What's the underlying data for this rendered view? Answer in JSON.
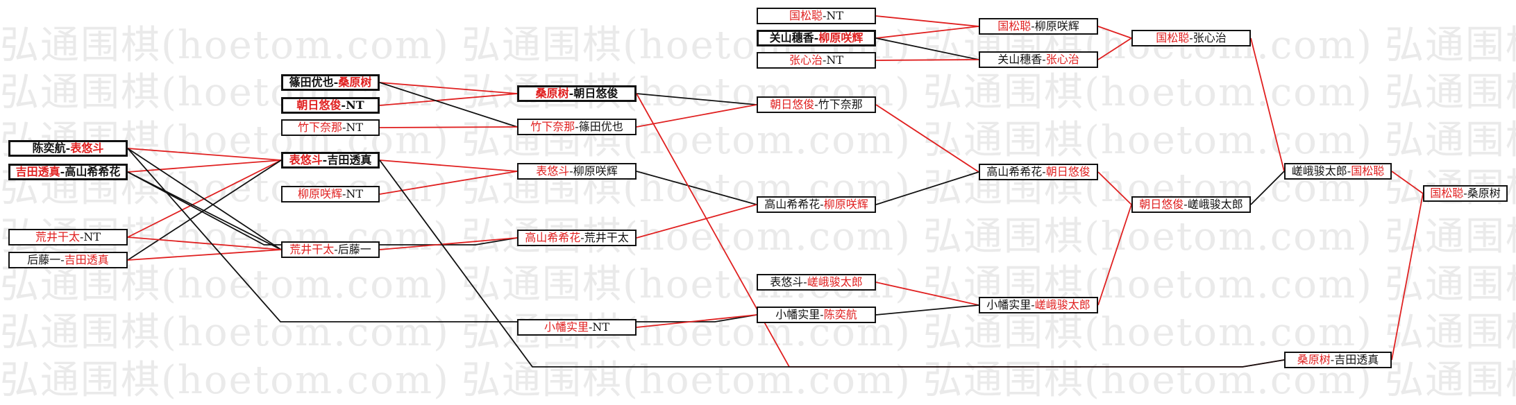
{
  "watermark": "弘通围棋(hoetom.com)",
  "colors": {
    "winner": "#e02020",
    "loser": "#111111"
  },
  "games": [
    {
      "id": "r1a",
      "left": "陈奕航",
      "right": "表悠斗",
      "winner": "right"
    },
    {
      "id": "r1b",
      "left": "吉田透真",
      "right": "高山希希花",
      "winner": "left"
    },
    {
      "id": "r1c",
      "left": "荒井干太",
      "right": "NT",
      "winner": "left"
    },
    {
      "id": "r1d",
      "left": "后藤一",
      "right": "吉田透真",
      "winner": "right"
    },
    {
      "id": "r2a",
      "left": "篠田优也",
      "right": "桑原树",
      "winner": "right"
    },
    {
      "id": "r2b",
      "left": "朝日悠俊",
      "right": "NT",
      "winner": "left"
    },
    {
      "id": "r2c",
      "left": "竹下奈那",
      "right": "NT",
      "winner": "left"
    },
    {
      "id": "r2d",
      "left": "表悠斗",
      "right": "吉田透真",
      "winner": "left"
    },
    {
      "id": "r2e",
      "left": "柳原咲辉",
      "right": "NT",
      "winner": "left"
    },
    {
      "id": "r2f",
      "left": "荒井干太",
      "right": "后藤一",
      "winner": "left"
    },
    {
      "id": "r3a",
      "left": "桑原树",
      "right": "朝日悠俊",
      "winner": "left"
    },
    {
      "id": "r3b",
      "left": "竹下奈那",
      "right": "篠田优也",
      "winner": "left"
    },
    {
      "id": "r3c",
      "left": "表悠斗",
      "right": "柳原咲辉",
      "winner": "left"
    },
    {
      "id": "r3d",
      "left": "高山希希花",
      "right": "荒井干太",
      "winner": "left"
    },
    {
      "id": "r3e",
      "left": "小幡实里",
      "right": "NT",
      "winner": "left"
    },
    {
      "id": "r4a",
      "left": "国松聪",
      "right": "NT",
      "winner": "left"
    },
    {
      "id": "r4b",
      "left": "关山穗香",
      "right": "柳原咲辉",
      "winner": "right"
    },
    {
      "id": "r4c",
      "left": "张心治",
      "right": "NT",
      "winner": "left"
    },
    {
      "id": "r4d",
      "left": "朝日悠俊",
      "right": "竹下奈那",
      "winner": "left"
    },
    {
      "id": "r4e",
      "left": "高山希希花",
      "right": "柳原咲辉",
      "winner": "right"
    },
    {
      "id": "r4f",
      "left": "表悠斗",
      "right": "嵯峨骏太郎",
      "winner": "right"
    },
    {
      "id": "r4g",
      "left": "小幡实里",
      "right": "陈奕航",
      "winner": "right"
    },
    {
      "id": "r5a",
      "left": "国松聪",
      "right": "柳原咲辉",
      "winner": "left"
    },
    {
      "id": "r5b",
      "left": "关山穗香",
      "right": "张心治",
      "winner": "right"
    },
    {
      "id": "r5c",
      "left": "高山希希花",
      "right": "朝日悠俊",
      "winner": "right"
    },
    {
      "id": "r5d",
      "left": "小幡实里",
      "right": "嵯峨骏太郎",
      "winner": "right"
    },
    {
      "id": "r6a",
      "left": "国松聪",
      "right": "张心治",
      "winner": "left"
    },
    {
      "id": "r6b",
      "left": "朝日悠俊",
      "right": "嵯峨骏太郎",
      "winner": "left"
    },
    {
      "id": "r7a",
      "left": "嵯峨骏太郎",
      "right": "国松聪",
      "winner": "right"
    },
    {
      "id": "r7b",
      "left": "桑原树",
      "right": "吉田透真",
      "winner": "left"
    },
    {
      "id": "r8a",
      "left": "国松聪",
      "right": "桑原树",
      "winner": "left"
    }
  ],
  "separator": "-"
}
